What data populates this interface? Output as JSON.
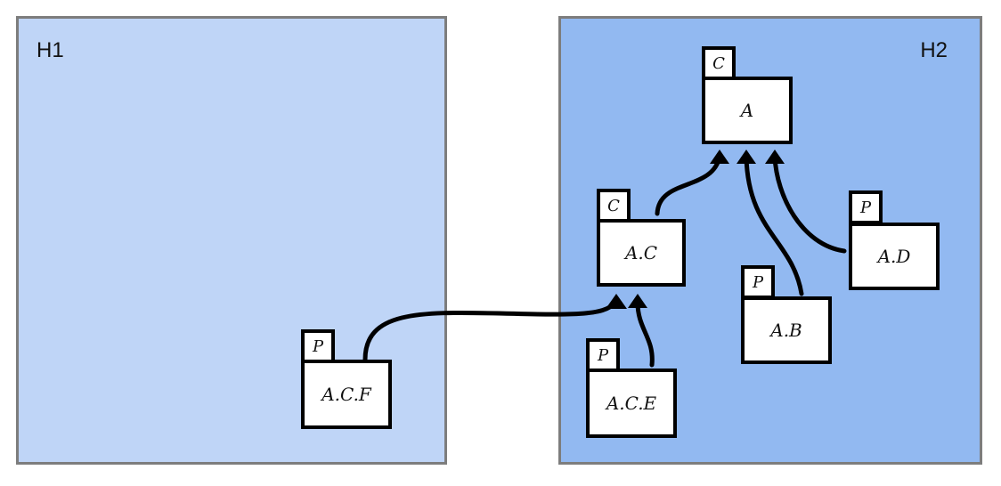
{
  "colors": {
    "host1_fill": "#bfd5f7",
    "host2_fill": "#92b9f1",
    "host_border": "#7d7d7d",
    "node_fill": "#ffffff",
    "stroke": "#000000"
  },
  "hosts": [
    {
      "id": "h1",
      "label": "H1"
    },
    {
      "id": "h2",
      "label": "H2"
    }
  ],
  "nodes": [
    {
      "id": "A",
      "label": "A",
      "kind": "C"
    },
    {
      "id": "AC",
      "label": "A.C",
      "kind": "C"
    },
    {
      "id": "AD",
      "label": "A.D",
      "kind": "P"
    },
    {
      "id": "AB",
      "label": "A.B",
      "kind": "P"
    },
    {
      "id": "ACE",
      "label": "A.C.E",
      "kind": "P"
    },
    {
      "id": "ACF",
      "label": "A.C.F",
      "kind": "P"
    }
  ],
  "edges": [
    {
      "from": "A.C",
      "to": "A"
    },
    {
      "from": "A.B",
      "to": "A"
    },
    {
      "from": "A.D",
      "to": "A"
    },
    {
      "from": "A.C.E",
      "to": "A.C"
    },
    {
      "from": "A.C.F",
      "to": "A.C"
    }
  ]
}
